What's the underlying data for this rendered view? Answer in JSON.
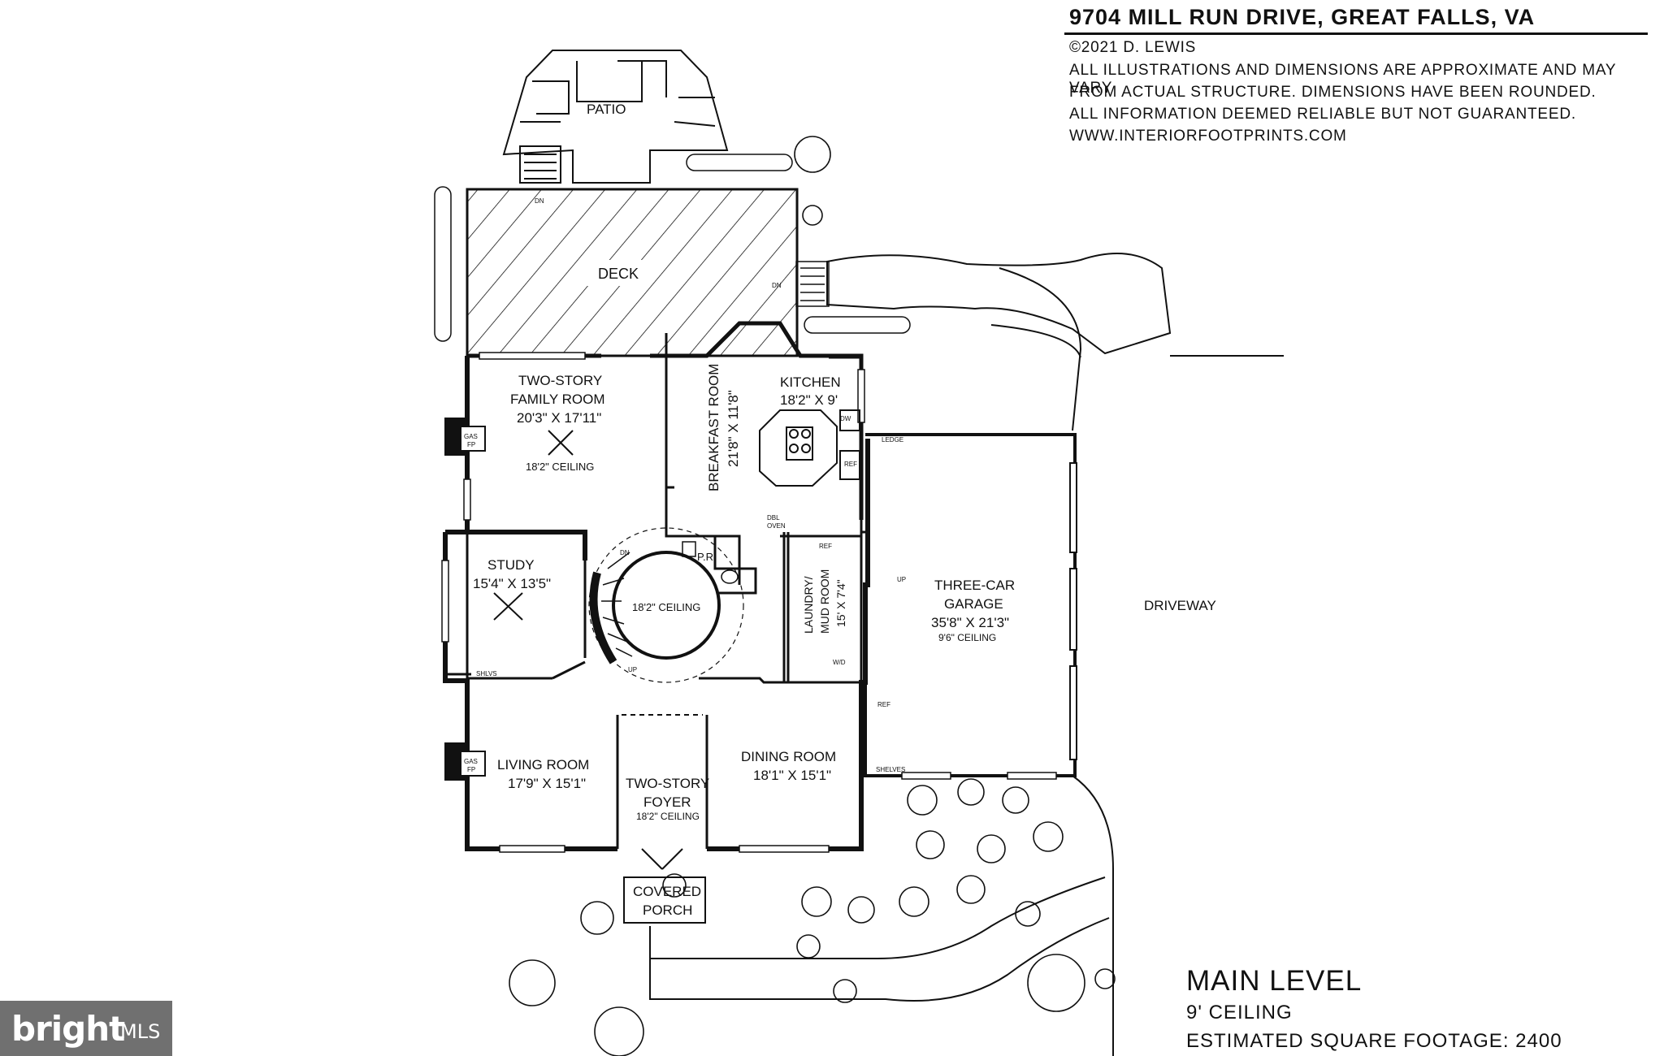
{
  "header": {
    "title": "9704 MILL RUN DRIVE, GREAT FALLS, VA",
    "copyright": "©2021 D. LEWIS",
    "disclaimer_lines": [
      "ALL ILLUSTRATIONS AND DIMENSIONS ARE APPROXIMATE AND MAY VARY",
      "FROM ACTUAL STRUCTURE. DIMENSIONS HAVE BEEN ROUNDED.",
      "ALL INFORMATION DEEMED RELIABLE BUT NOT GUARANTEED.",
      "WWW.INTERIORFOOTPRINTS.COM"
    ]
  },
  "level_info": {
    "name": "MAIN LEVEL",
    "ceiling": "9' CEILING",
    "square_footage": "ESTIMATED SQUARE FOOTAGE: 2400"
  },
  "watermark": {
    "brand": "bright",
    "suffix": "MLS"
  },
  "rooms": {
    "patio": "PATIO",
    "deck": "DECK",
    "family_name_1": "TWO-STORY",
    "family_name_2": "FAMILY ROOM",
    "family_dims": "20'3\" X 17'11\"",
    "family_ceiling": "18'2\" CEILING",
    "breakfast": "BREAKFAST ROOM",
    "breakfast_dims": "21'8\" X 11'8\"",
    "kitchen": "KITCHEN",
    "kitchen_dims": "18'2\" X 9'",
    "study": "STUDY",
    "study_dims": "15'4\" X 13'5\"",
    "stair_ceiling": "18'2\" CEILING",
    "powder": "P.R.",
    "laundry_1": "LAUNDRY/",
    "laundry_2": "MUD ROOM",
    "laundry_dims": "15' X 7'4\"",
    "garage_1": "THREE-CAR",
    "garage_2": "GARAGE",
    "garage_dims": "35'8\" X 21'3\"",
    "garage_ceiling": "9'6\" CEILING",
    "driveway": "DRIVEWAY",
    "living": "LIVING ROOM",
    "living_dims": "17'9\" X 15'1\"",
    "foyer_1": "TWO-STORY",
    "foyer_2": "FOYER",
    "foyer_ceiling": "18'2\" CEILING",
    "dining": "DINING ROOM",
    "dining_dims": "18'1\" X 15'1\"",
    "porch_1": "COVERED",
    "porch_2": "PORCH"
  },
  "fixtures": {
    "gas_fp_1": "GAS",
    "gas_fp_2": "FP",
    "ref": "REF",
    "dw": "DW",
    "dbl": "DBL",
    "oven": "OVEN",
    "ledge": "LEDGE",
    "shelves": "SHELVES",
    "shlvs": "SHLVS",
    "wd": "W/D",
    "up": "UP",
    "dn": "DN"
  }
}
